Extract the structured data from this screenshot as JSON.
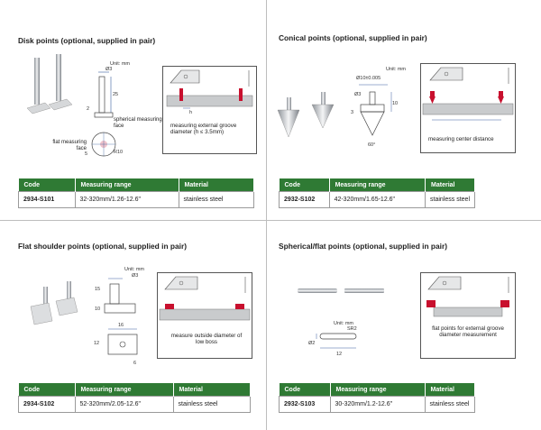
{
  "colors": {
    "header_green": "#2f7a34",
    "marker_red": "#c8102e",
    "grid_blue": "#3a5fa0"
  },
  "table_headers": {
    "code": "Code",
    "range": "Measuring range",
    "material": "Material"
  },
  "panels": {
    "disk": {
      "title": "Disk points (optional, supplied in pair)",
      "unit": "Unit: mm",
      "dims": {
        "d3": "Ø3",
        "h25": "25",
        "h2": "2",
        "w5": "5",
        "r10": "R10"
      },
      "labels": {
        "spherical": "spherical measuring face",
        "flat": "flat measuring face",
        "h": "h"
      },
      "box_text": "measuring external groove diameter (h ≤ 3.5mm)",
      "row": {
        "code": "2934-S101",
        "range": "32-320mm/1.26-12.6\"",
        "material": "stainless steel"
      }
    },
    "conical": {
      "title": "Conical points (optional, supplied in pair)",
      "unit": "Unit: mm",
      "dims": {
        "d10": "Ø10±0.005",
        "d3": "Ø3",
        "h10": "10",
        "h3": "3",
        "a60": "60°"
      },
      "box_text": "measuring center distance",
      "row": {
        "code": "2932-S102",
        "range": "42-320mm/1.65-12.6\"",
        "material": "stainless steel"
      }
    },
    "flat_shoulder": {
      "title": "Flat shoulder points (optional, supplied in pair)",
      "unit": "Unit: mm",
      "dims": {
        "d3": "Ø3",
        "h15": "15",
        "h10": "10",
        "w16": "16",
        "h12": "12",
        "w6": "6"
      },
      "box_text": "measure outside diameter of low boss",
      "row": {
        "code": "2934-S102",
        "range": "52-320mm/2.05-12.6\"",
        "material": "stainless steel"
      }
    },
    "spherical": {
      "title": "Spherical/flat points (optional, supplied in pair)",
      "unit": "Unit: mm",
      "dims": {
        "sr2": "SR2",
        "d2": "Ø2",
        "l12": "12"
      },
      "box_text": "flat points for external groove diameter measurement",
      "row": {
        "code": "2932-S103",
        "range": "30-320mm/1.2-12.6\"",
        "material": "stainless steel"
      }
    }
  }
}
